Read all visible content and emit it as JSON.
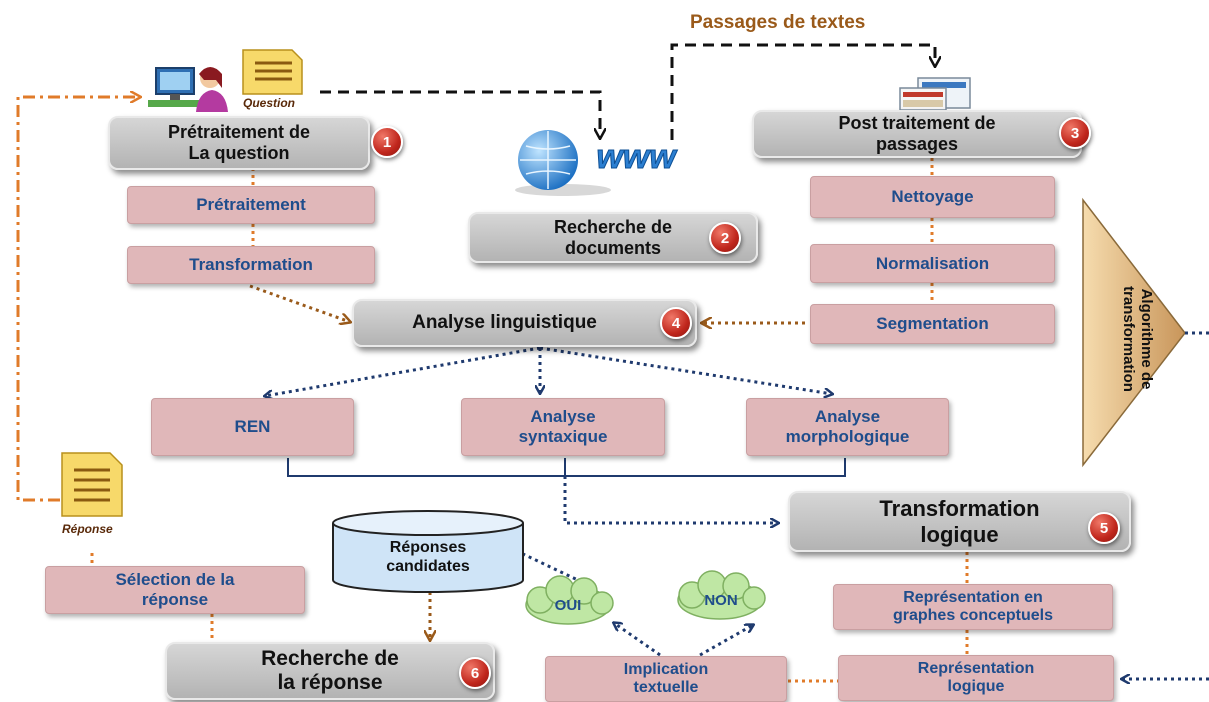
{
  "header": {
    "passages_label": "Passages de textes"
  },
  "icons": {
    "question_caption": "Question",
    "reponse_caption": "Réponse"
  },
  "stage1": {
    "title_line1": "Prétraitement de",
    "title_line2": "La question",
    "badge": "1",
    "steps": [
      "Prétraitement",
      "Transformation"
    ]
  },
  "stage2": {
    "title_line1": "Recherche de",
    "title_line2": "documents",
    "badge": "2",
    "www_text": "www"
  },
  "stage3": {
    "title_line1": "Post traitement de",
    "title_line2": "passages",
    "badge": "3",
    "steps": [
      "Nettoyage",
      "Normalisation",
      "Segmentation"
    ]
  },
  "stage4": {
    "title": "Analyse linguistique",
    "badge": "4",
    "branches": [
      {
        "line1": "REN",
        "line2": ""
      },
      {
        "line1": "Analyse",
        "line2": "syntaxique"
      },
      {
        "line1": "Analyse",
        "line2": "morphologique"
      }
    ]
  },
  "algorithm": {
    "line1": "Algorithme de",
    "line2": "transformation"
  },
  "stage5": {
    "title_line1": "Transformation",
    "title_line2": "logique",
    "badge": "5",
    "steps": [
      {
        "line1": "Représentation en",
        "line2": "graphes conceptuels"
      },
      {
        "line1": "Représentation",
        "line2": "logique"
      }
    ]
  },
  "stage6": {
    "title_line1": "Recherche de",
    "title_line2": "la réponse",
    "badge": "6"
  },
  "selection": {
    "line1": "Sélection de la",
    "line2": "réponse"
  },
  "candidates": {
    "line1": "Réponses",
    "line2": "candidates"
  },
  "implication": {
    "line1": "Implication",
    "line2": "textuelle"
  },
  "clouds": {
    "oui": "OUI",
    "non": "NON"
  },
  "colors": {
    "navy_arrow": "#1f3a6e",
    "orange_dash": "#e07b2a",
    "brown_arrow": "#9a5a1a",
    "pink_box": "#e0b7b9",
    "gray_box": "#c4c4c4",
    "badge_red": "#c0261c"
  }
}
